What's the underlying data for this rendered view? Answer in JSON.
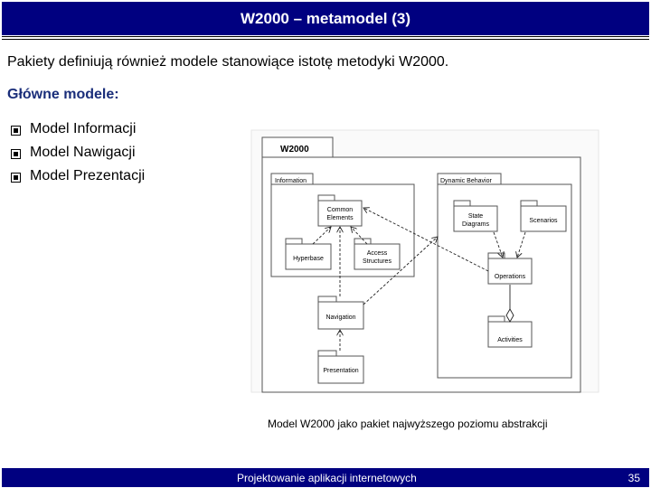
{
  "slide": {
    "title": "W2000 – metamodel (3)",
    "intro": "Pakiety definiują również modele stanowiące istotę metodyki W2000.",
    "subheading": "Główne modele:",
    "bullets": [
      "Model Informacji",
      "Model Nawigacji",
      "Model Prezentacji"
    ],
    "caption": "Model W2000 jako pakiet najwyższego poziomu abstrakcji",
    "footer_text": "Projektowanie aplikacji internetowych",
    "page_number": "35"
  },
  "diagram": {
    "root_package": "W2000",
    "information_package": "Information",
    "dynamic_behavior_package": "Dynamic Behavior",
    "common_elements": [
      "Common",
      "Elements"
    ],
    "hyperbase": "Hyperbase",
    "access_structures": [
      "Access",
      "Structures"
    ],
    "state_diagrams": [
      "State",
      "Diagrams"
    ],
    "scenarios": "Scenarios",
    "operations": "Operations",
    "activities": "Activities",
    "navigation": "Navigation",
    "presentation": "Presentation"
  },
  "colors": {
    "title_bar": "#000080",
    "footer_bar": "#000080",
    "subheading": "#1a2e7a"
  }
}
